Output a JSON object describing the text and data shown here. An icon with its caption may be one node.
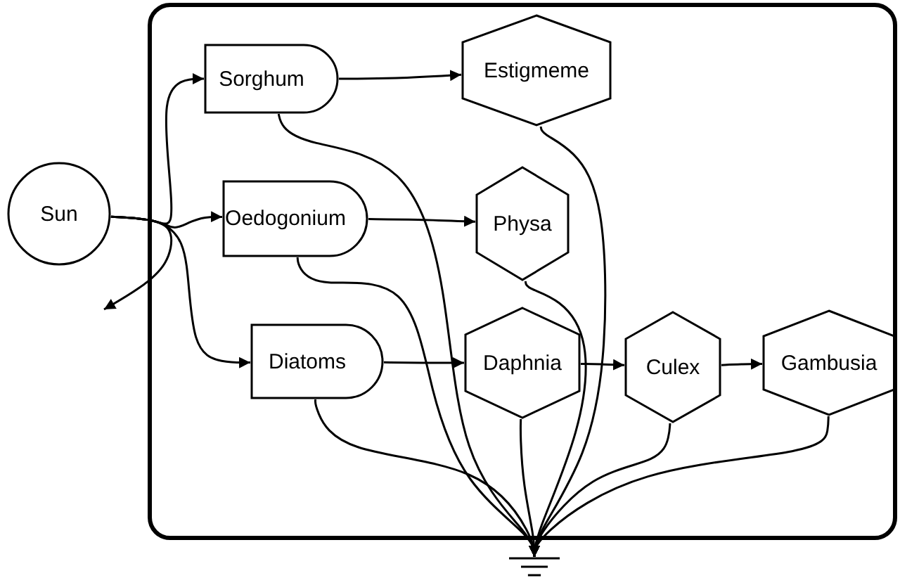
{
  "diagram": {
    "nodes": [
      {
        "text": [],
        "shape": "box"
      },
      {
        "text": [
          "Sun"
        ]
      },
      {
        "text": [
          "Sorghum"
        ],
        "in": 0
      },
      {
        "text": [
          "Estigmeme"
        ],
        "in": 0
      },
      {
        "text": [
          "Oedogonium"
        ],
        "in": 0
      },
      {
        "text": [
          "Physa"
        ],
        "in": 0
      },
      {
        "text": [
          "Diatoms"
        ],
        "in": 0
      },
      {
        "text": [
          "Daphnia"
        ],
        "in": 0
      },
      {
        "text": [
          "Culex"
        ],
        "in": 0
      },
      {
        "text": [
          "Gambusia"
        ],
        "in": 0
      },
      {
        "text": [],
        "shape": "ground"
      }
    ],
    "edges": [
      {
        "from": 1,
        "to": 2,
        "arrow": "to"
      },
      {
        "from": 1,
        "to": 4,
        "arrow": "to"
      },
      {
        "from": 1,
        "to": 6,
        "arrow": "to"
      },
      {
        "from": 1,
        "to": null,
        "arrow": "to"
      },
      {
        "from": 2,
        "to": 3,
        "arrow": "to"
      },
      {
        "from": 4,
        "to": 5,
        "arrow": "to"
      },
      {
        "from": 6,
        "to": 7,
        "arrow": "to"
      },
      {
        "from": 7,
        "to": 8,
        "arrow": "to"
      },
      {
        "from": 8,
        "to": 9,
        "arrow": "to"
      },
      {
        "from": 2,
        "to": 10,
        "arrow": "to"
      },
      {
        "from": 3,
        "to": 10,
        "arrow": "to"
      },
      {
        "from": 4,
        "to": 10,
        "arrow": "to"
      },
      {
        "from": 5,
        "to": 10,
        "arrow": "to"
      },
      {
        "from": 6,
        "to": 10,
        "arrow": "to"
      },
      {
        "from": 7,
        "to": 10,
        "arrow": "to"
      },
      {
        "from": 8,
        "to": 10,
        "arrow": "to"
      },
      {
        "from": 9,
        "to": 10,
        "arrow": "to"
      }
    ]
  }
}
